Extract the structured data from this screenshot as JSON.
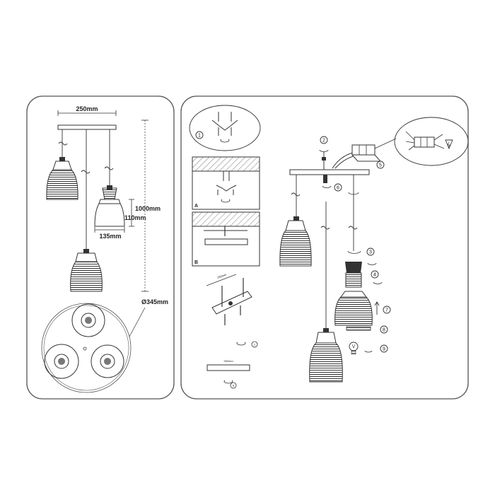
{
  "dimensions": {
    "canopy_width": "250mm",
    "total_height": "1000mm",
    "shade_height": "110mm",
    "shade_width": "135mm",
    "diameter": "Ø345mm",
    "bracket_width": "250mm",
    "plate_length": "250mm"
  },
  "step_numbers": [
    "1",
    "2",
    "3",
    "4",
    "5",
    "6",
    "7",
    "8",
    "9"
  ],
  "panel_labels": [
    "A",
    "B"
  ],
  "colors": {
    "line": "#333333",
    "frame": "#555555",
    "background": "#ffffff"
  }
}
